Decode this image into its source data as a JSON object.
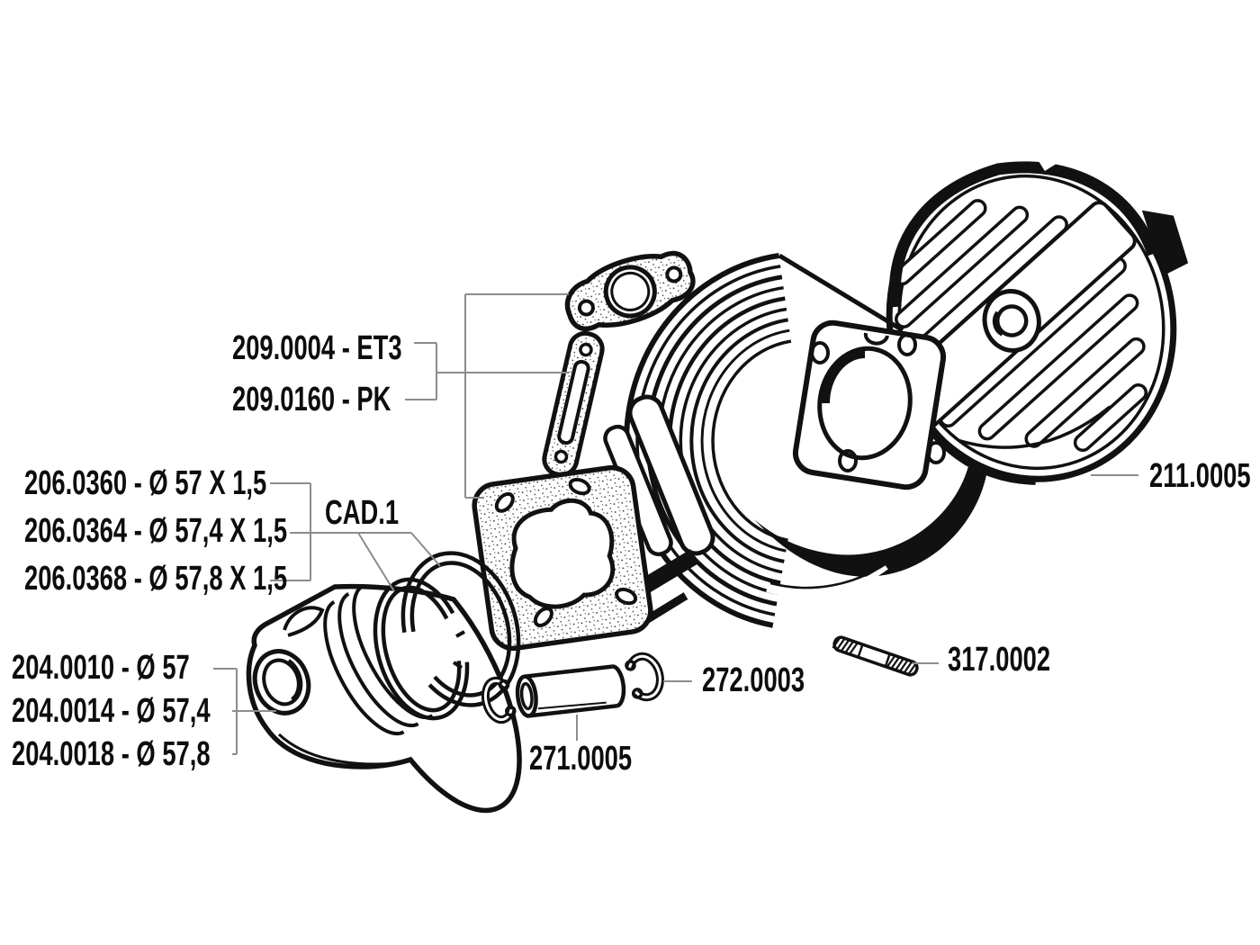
{
  "page": {
    "background": "#ffffff",
    "ink_color": "#111111",
    "leader_line_color": "#8c8c8c",
    "text_color": "#0d0d0d"
  },
  "diagram": {
    "type": "exploded-parts-diagram",
    "subject": "two-stroke cylinder kit with head, gaskets, piston, rings, pin, circlips and stud",
    "labels": {
      "gasket_set_et3": "209.0004 - ET3",
      "gasket_set_pk": "209.0160 - PK",
      "ring_57": "206.0360 - Ø 57 X 1,5",
      "ring_57_4": "206.0364 - Ø 57,4 X 1,5",
      "ring_57_8": "206.0368 - Ø 57,8 X 1,5",
      "cad_1": "CAD.1",
      "piston_57": "204.0010 - Ø 57",
      "piston_57_4": "204.0014 - Ø 57,4",
      "piston_57_8": "204.0018 - Ø 57,8",
      "circlip": "272.0003",
      "gudgeon_pin": "271.0005",
      "stud": "317.0002",
      "cylinder_head": "211.0005"
    },
    "parts": {
      "exhaust_gasket": "exhaust-flange-gasket",
      "intake_gasket": "intake-manifold-gasket",
      "base_gasket": "cylinder-base-gasket",
      "cylinder": "finned-cylinder-barrel",
      "cylinder_head": "finned-cylinder-head",
      "piston": "piston",
      "piston_rings": "piston-ring-pair",
      "gudgeon_pin": "gudgeon-pin",
      "circlips": "pin-circlips",
      "stud": "threaded-stud"
    }
  }
}
